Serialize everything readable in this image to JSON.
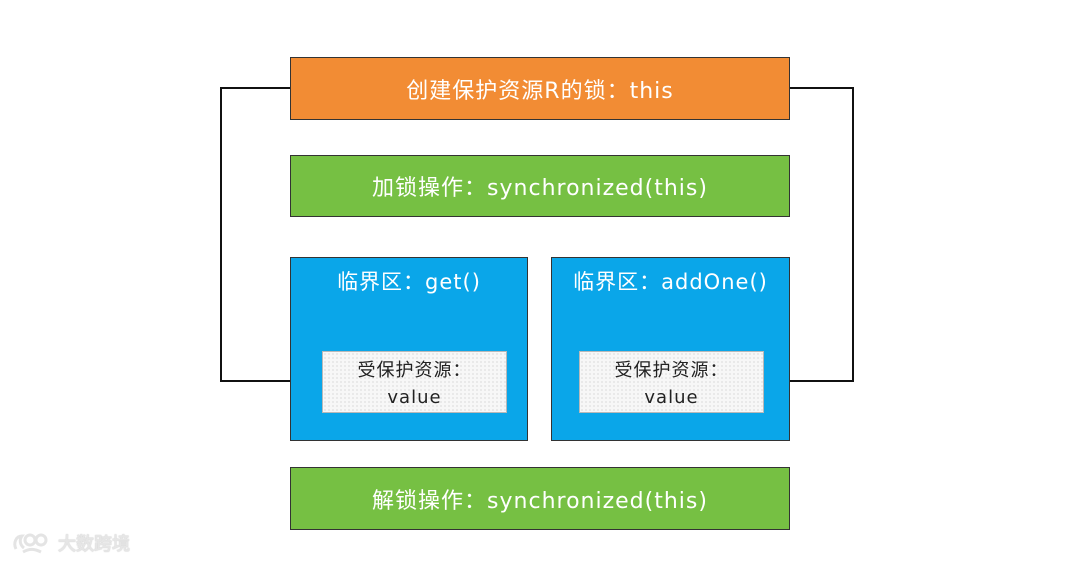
{
  "diagram": {
    "lock_box": {
      "label": "创建保护资源R的锁：this",
      "color": "#f28c34"
    },
    "lock_operation": {
      "label": "加锁操作：synchronized(this)",
      "color": "#76c043"
    },
    "critical_sections": [
      {
        "title": "临界区：get()",
        "resource_label": "受保护资源：",
        "resource_value": "value"
      },
      {
        "title": "临界区：addOne()",
        "resource_label": "受保护资源：",
        "resource_value": "value"
      }
    ],
    "unlock_operation": {
      "label": "解锁操作：synchronized(this)",
      "color": "#76c043"
    },
    "critical_section_color": "#0aa6e9"
  },
  "watermark": {
    "text": "大数跨境"
  }
}
